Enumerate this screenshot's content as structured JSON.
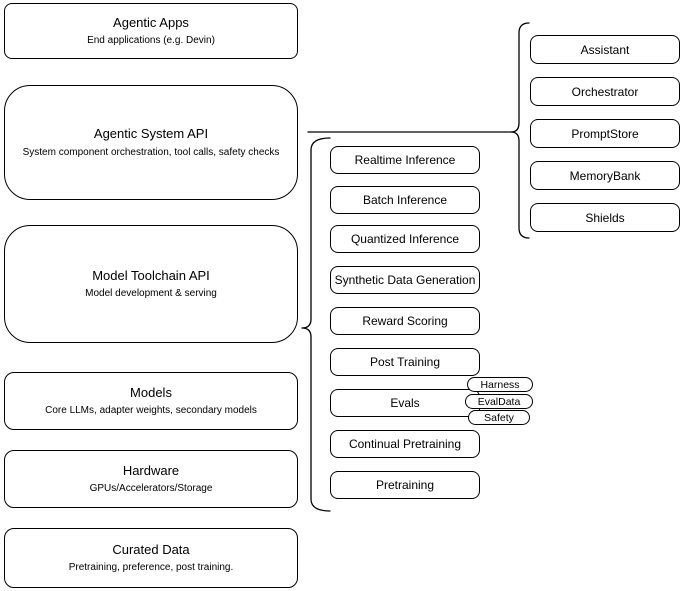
{
  "canvas": {
    "background_color": "#ffffff",
    "stroke_color": "#000000",
    "text_color": "#000000"
  },
  "left_stack": {
    "items": [
      {
        "title": "Agentic Apps",
        "subtitle": "End applications (e.g. Devin)"
      },
      {
        "title": "Agentic System API",
        "subtitle": "System component orchestration, tool calls, safety checks"
      },
      {
        "title": "Model Toolchain API",
        "subtitle": "Model development & serving"
      },
      {
        "title": "Models",
        "subtitle": "Core LLMs, adapter weights, secondary models"
      },
      {
        "title": "Hardware",
        "subtitle": "GPUs/Accelerators/Storage"
      },
      {
        "title": "Curated Data",
        "subtitle": "Pretraining, preference, post training."
      }
    ]
  },
  "toolchain_group": {
    "items": [
      {
        "label": "Realtime Inference"
      },
      {
        "label": "Batch Inference"
      },
      {
        "label": "Quantized Inference"
      },
      {
        "label": "Synthetic Data Generation"
      },
      {
        "label": "Reward Scoring"
      },
      {
        "label": "Post Training"
      },
      {
        "label": "Evals"
      },
      {
        "label": "Continual Pretraining"
      },
      {
        "label": "Pretraining"
      }
    ],
    "eval_tags": [
      {
        "label": "Harness"
      },
      {
        "label": "EvalData"
      },
      {
        "label": "Safety"
      }
    ]
  },
  "system_group": {
    "items": [
      {
        "label": "Assistant"
      },
      {
        "label": "Orchestrator"
      },
      {
        "label": "PromptStore"
      },
      {
        "label": "MemoryBank"
      },
      {
        "label": "Shields"
      }
    ]
  }
}
